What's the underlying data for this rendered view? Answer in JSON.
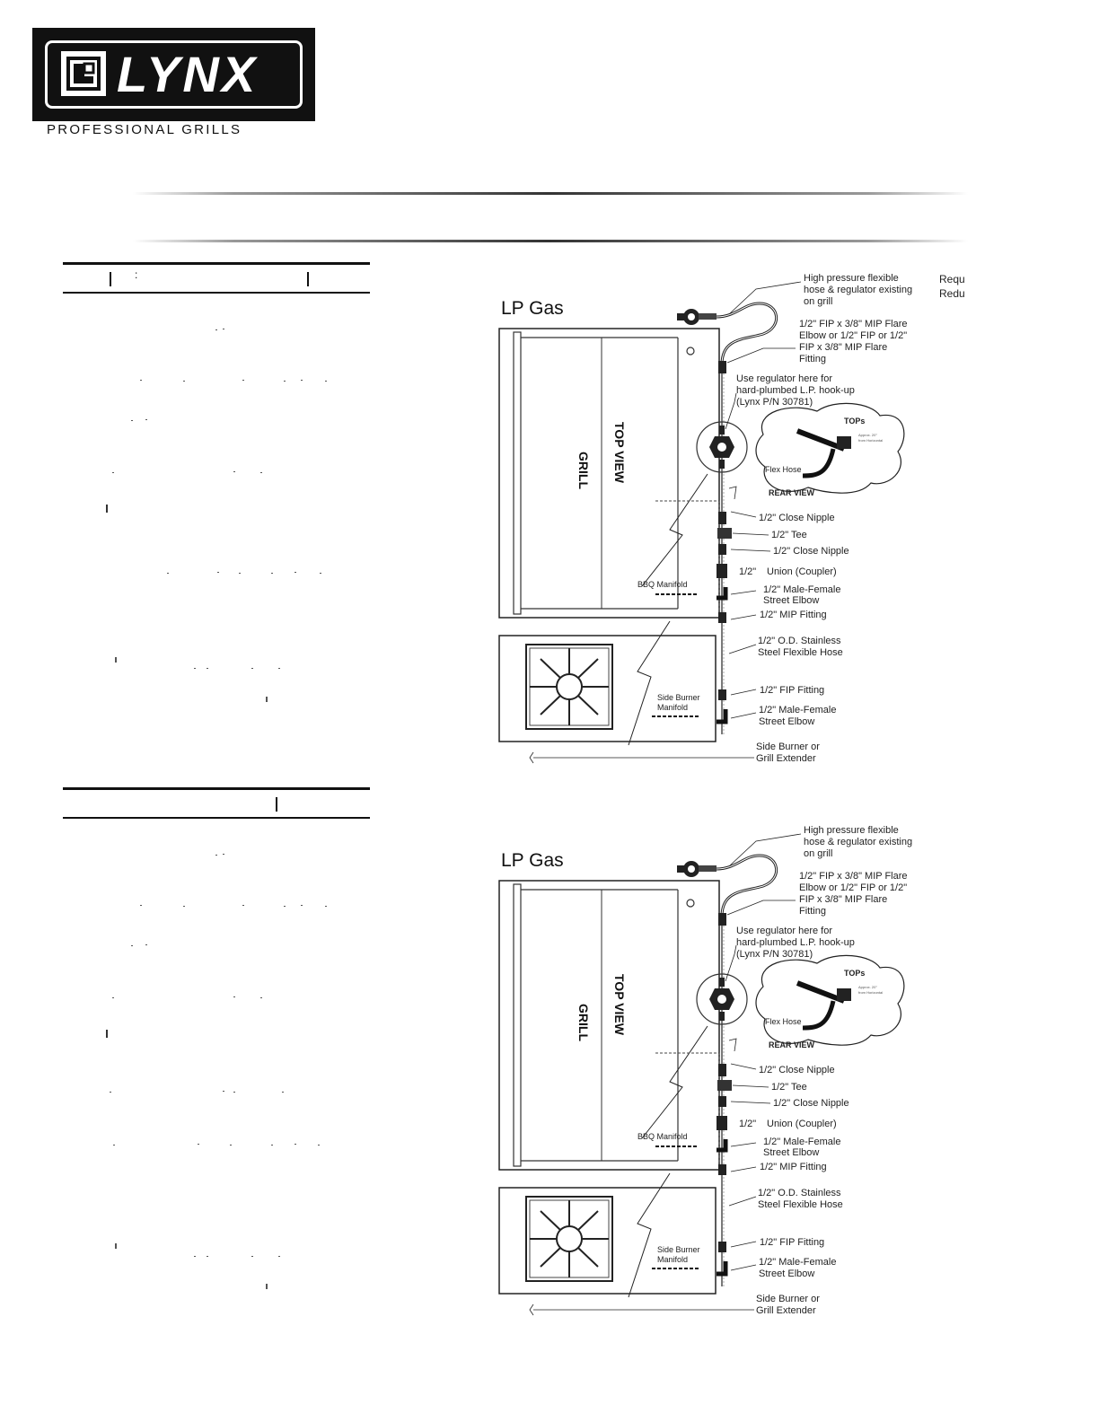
{
  "header": {
    "logo_text": "LYNX",
    "tagline": "PROFESSIONAL GRILLS"
  },
  "edge_text": {
    "line1": "Requ",
    "line2": "Redu"
  },
  "diagram": {
    "title": "LP Gas",
    "grill_label": "GRILL",
    "top_view_label": "TOP VIEW",
    "labels": {
      "high_pressure_1": "High pressure flexible",
      "high_pressure_2": "hose & regulator existing",
      "high_pressure_3": "on grill",
      "elbow_1": "1/2\" FIP x 3/8\" MIP Flare",
      "elbow_2": "Elbow or 1/2\" FIP or 1/2\"",
      "elbow_3": "FIP x 3/8\" MIP Flare",
      "elbow_4": "Fitting",
      "regulator_1": "Use regulator here for",
      "regulator_2": "hard-plumbed L.P. hook-up",
      "regulator_3": "(Lynx P/N 30781)",
      "tops": "TOPs",
      "approx_1": "Approx. 20°",
      "approx_2": "from Horizontal",
      "flex_hose": "Flex Hose",
      "rear_view": "REAR VIEW",
      "close_nipple_1": "1/2\" Close Nipple",
      "tee": "1/2\" Tee",
      "close_nipple_2": "1/2\" Close Nipple",
      "union_size": "1/2\"",
      "union": "Union (Coupler)",
      "male_female_1a": "1/2\" Male-Female",
      "male_female_1b": "Street Elbow",
      "bbq_manifold": "BBQ Manifold",
      "mip_fitting": "1/2\" MIP Fitting",
      "od_hose_1": "1/2\" O.D. Stainless",
      "od_hose_2": "Steel Flexible Hose",
      "fip_fitting": "1/2\" FIP Fitting",
      "side_burner_manifold_1": "Side Burner",
      "side_burner_manifold_2": "Manifold",
      "male_female_2a": "1/2\" Male-Female",
      "male_female_2b": "Street Elbow",
      "side_burner_1": "Side Burner or",
      "side_burner_2": "Grill Extender"
    }
  },
  "icons": {
    "logo_mark": "lynx-logo-mark-icon"
  }
}
